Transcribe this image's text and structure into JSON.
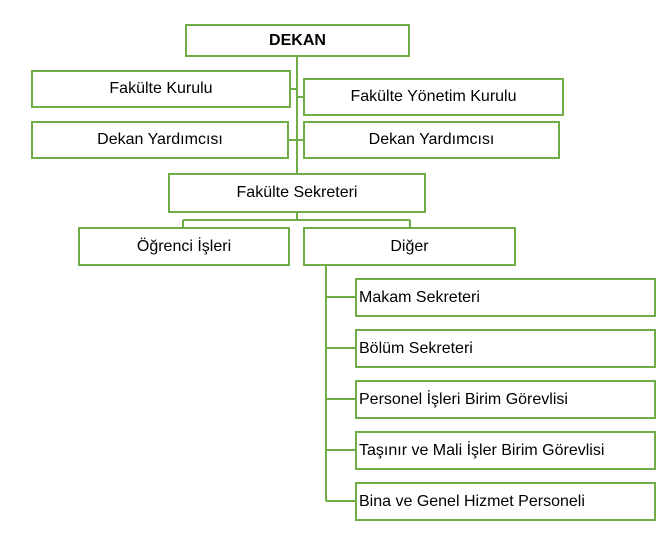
{
  "org_chart": {
    "root": {
      "label": "DEKAN"
    },
    "governance": {
      "left": "Fakülte Kurulu",
      "right": "Fakülte Yönetim Kurulu"
    },
    "deputies": {
      "left": "Dekan Yardımcısı",
      "right": "Dekan Yardımcısı"
    },
    "secretary": {
      "label": "Fakülte Sekreteri"
    },
    "units": {
      "left": "Öğrenci İşleri",
      "right": "Diğer"
    },
    "other_items": [
      "Makam Sekreteri",
      "Bölüm Sekreteri",
      "Personel İşleri Birim Görevlisi",
      "Taşınır ve Mali İşler Birim Görevlisi",
      "Bina ve Genel Hizmet Personeli"
    ]
  },
  "colors": {
    "box_border": "#70ad47",
    "connector": "#70ad47",
    "text": "#000000",
    "background": "#ffffff"
  }
}
